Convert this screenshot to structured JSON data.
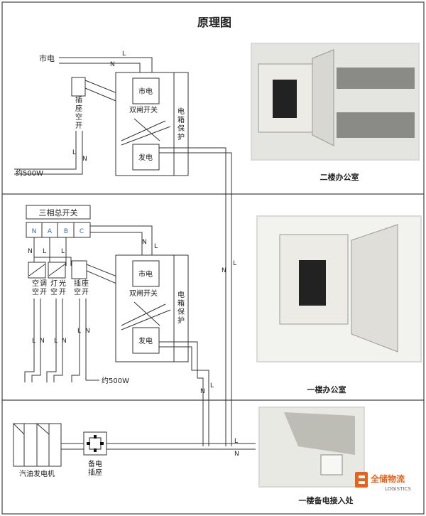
{
  "title": "原理图",
  "floor2": {
    "mains": "市电",
    "L": "L",
    "N": "N",
    "socket_breaker": [
      "插",
      "座",
      "空",
      "开"
    ],
    "switch_mains": "市电",
    "switch_name": "双闸开关",
    "switch_gen": "发电",
    "box_protect": [
      "电",
      "箱",
      "保",
      "护"
    ],
    "load": "约500W",
    "caption": "二楼办公室"
  },
  "floor1": {
    "main_switch": "三相总开关",
    "phases": [
      "N",
      "A",
      "B",
      "C"
    ],
    "ac_breaker": [
      "空",
      "调",
      "空",
      "开"
    ],
    "light_breaker": [
      "灯",
      "光",
      "空",
      "开"
    ],
    "socket_breaker": [
      "插",
      "座",
      "空",
      "开"
    ],
    "switch_mains": "市电",
    "switch_name": "双闸开关",
    "switch_gen": "发电",
    "box_protect": [
      "电",
      "箱",
      "保",
      "护"
    ],
    "load": "约500W",
    "caption": "一楼办公室"
  },
  "bottom": {
    "generator": "汽油发电机",
    "backup_socket": [
      "备电",
      "插座"
    ],
    "caption": "一楼备电接入处"
  },
  "logo": {
    "name": "全储物流",
    "sub": "LOGISTICS"
  },
  "colors": {
    "phase_text": "#2f6fb0",
    "logo": "#e8611a"
  }
}
